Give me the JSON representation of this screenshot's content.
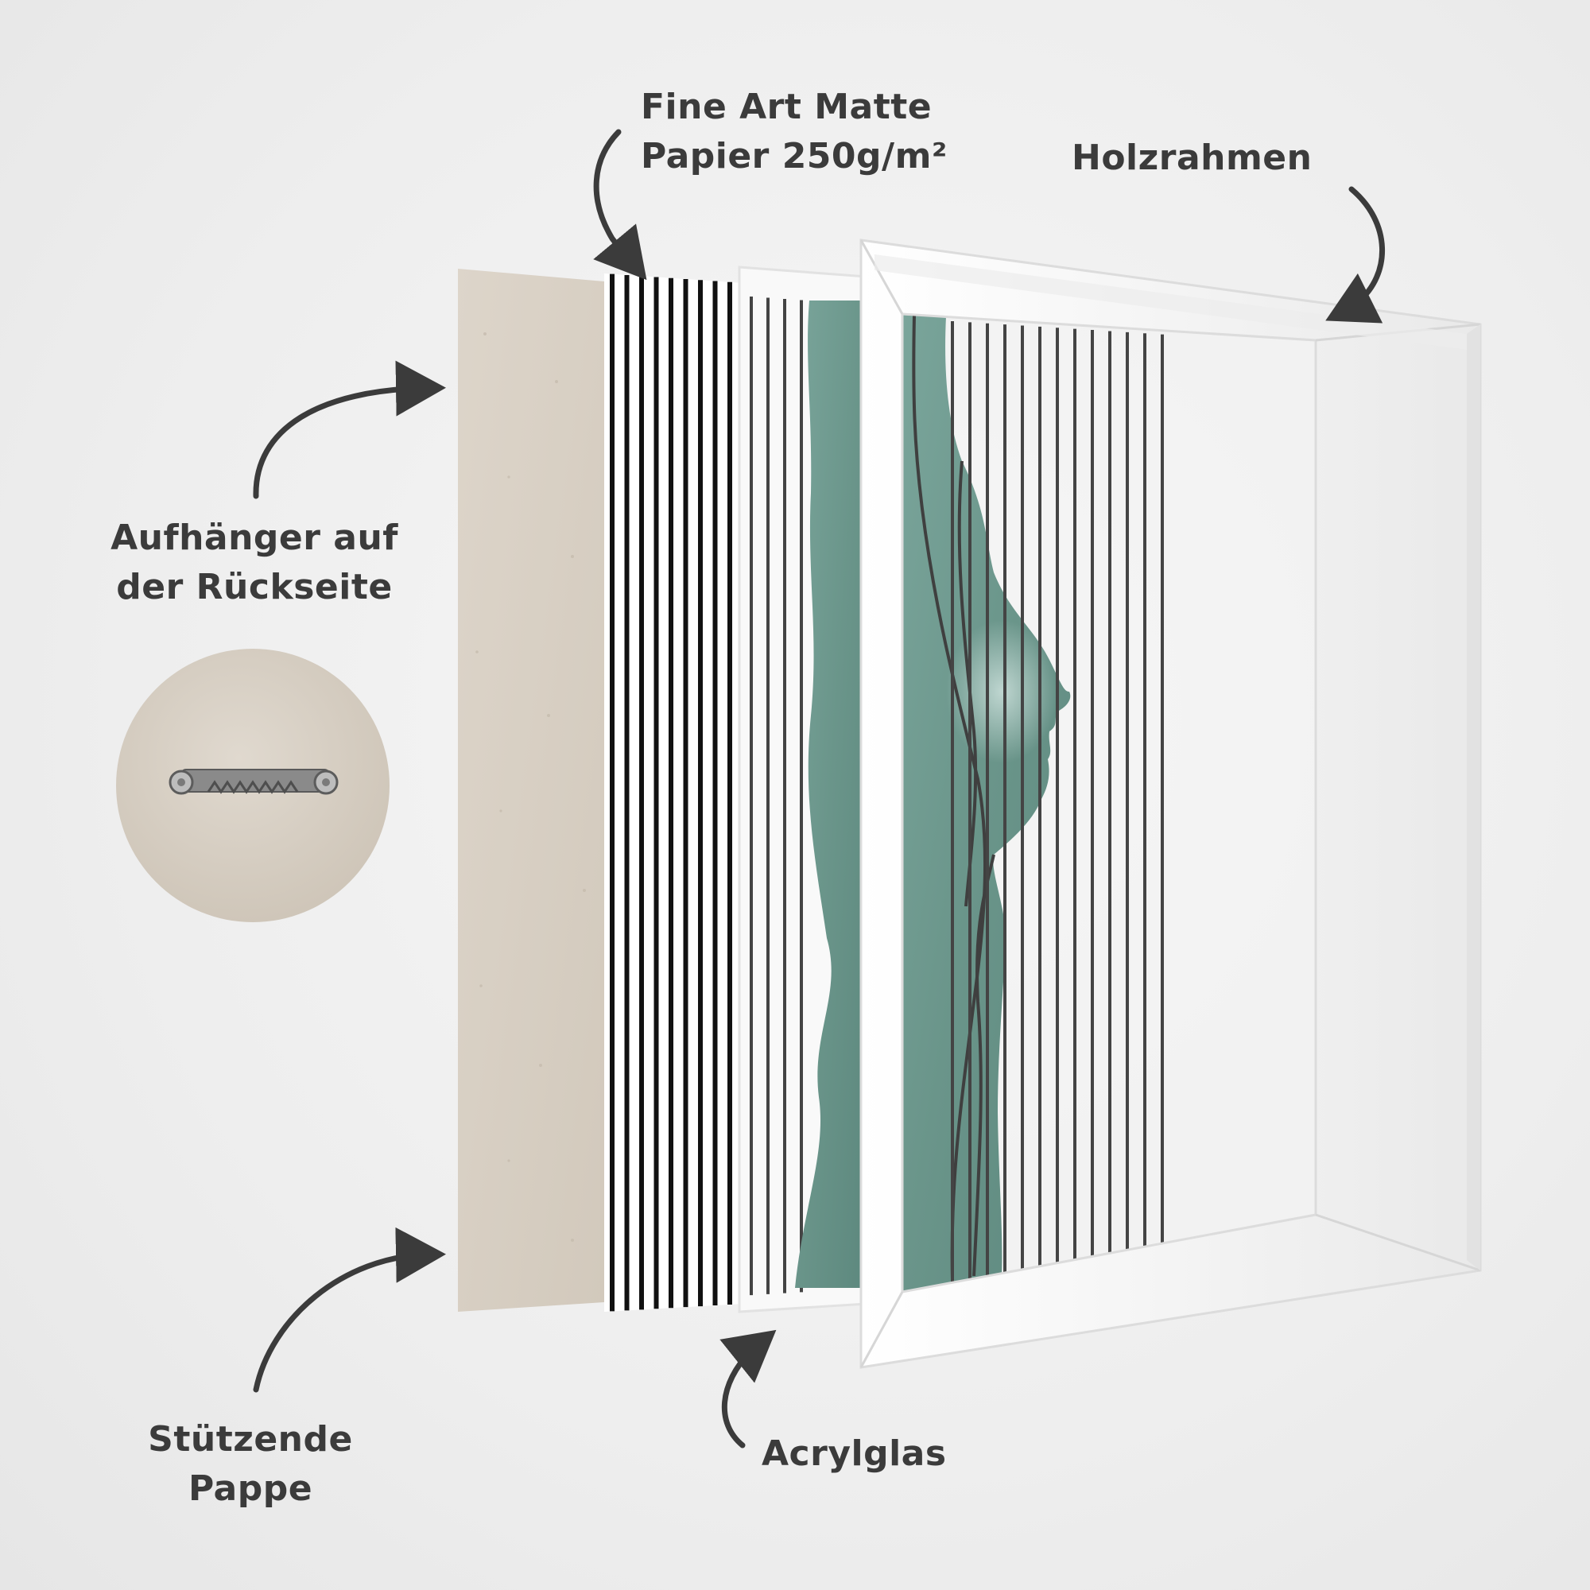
{
  "labels": {
    "paper_line1": "Fine Art Matte",
    "paper_line2": "Papier 250g/m²",
    "frame": "Holzrahmen",
    "hanger_line1": "Aufhänger auf",
    "hanger_line2": "der Rückseite",
    "backing_line1": "Stützende",
    "backing_line2": "Pappe",
    "glass": "Acrylglas"
  },
  "colors": {
    "background": "#eeeeee",
    "text": "#3b3b3b",
    "cardboard": "#d8d0c4",
    "artwork_green": "#6f9a90",
    "frame": "#f6f6f6",
    "stripes": "#111111"
  },
  "icons": {
    "hanger": "sawtooth-hanger-icon"
  }
}
